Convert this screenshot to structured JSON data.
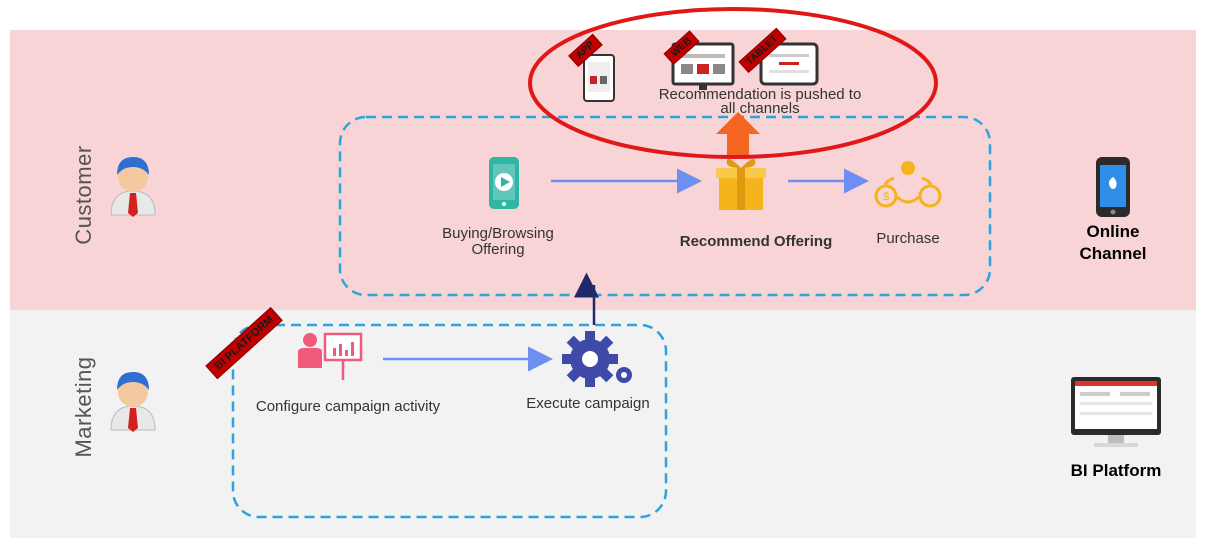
{
  "lanes": {
    "customer": "Customer",
    "marketing": "Marketing"
  },
  "flow": {
    "buying": "Buying/Browsing\nOffering",
    "recommend": "Recommend Offering",
    "purchase": "Purchase",
    "configure": "Configure campaign activity",
    "execute": "Execute campaign"
  },
  "callout": {
    "text": "Recommendation is pushed to\nall channels",
    "tags": {
      "app": "APP",
      "web": "WEB",
      "tablet": "TABLET"
    }
  },
  "side": {
    "online_channel": "Online\nChannel",
    "bi_platform": "BI Platform"
  },
  "bi_tag": "BI PLATFORM",
  "icons": {
    "customer_avatar": "user-avatar-icon",
    "marketing_avatar": "user-avatar-icon",
    "mobile": "mobile-play-icon",
    "gift": "gift-icon",
    "purchase": "purchase-cycle-icon",
    "presenter": "presentation-icon",
    "gears": "gears-icon",
    "phone": "smartphone-icon",
    "monitor": "monitor-icon"
  },
  "colors": {
    "customer_band": "#f9d4d6",
    "marketing_band": "#f2f2f2",
    "dash": "#2aa3e0",
    "arrow_blue": "#6d8ff2",
    "arrow_orange": "#f4651f",
    "ellipse": "#e01818",
    "gold": "#f5b41c",
    "teal": "#2db5a5",
    "navy": "#1f2a6b"
  }
}
